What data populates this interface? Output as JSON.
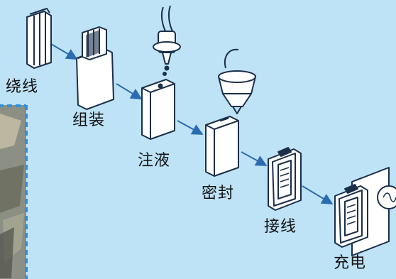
{
  "diagram": {
    "steps": [
      {
        "label": "绕线",
        "icon": "wound-cell-icon"
      },
      {
        "label": "组装",
        "icon": "assembled-cell-icon"
      },
      {
        "label": "注液",
        "icon": "electrolyte-injection-icon"
      },
      {
        "label": "密封",
        "icon": "sealing-icon"
      },
      {
        "label": "接线",
        "icon": "wiring-icon"
      },
      {
        "label": "充电",
        "icon": "charging-icon"
      }
    ]
  },
  "colors": {
    "background": "#bfe3f6",
    "line": "#1b2f4a",
    "arrow": "#2b6cb0",
    "cell_fill": "#ffffff",
    "photo_border": "#2f8fe0"
  }
}
